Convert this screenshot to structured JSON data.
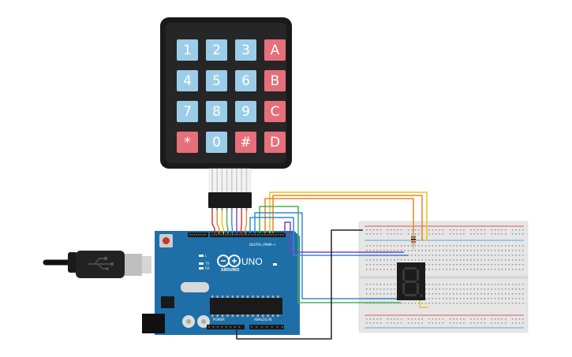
{
  "keypad": {
    "keys": [
      {
        "label": "1",
        "type": "digit"
      },
      {
        "label": "2",
        "type": "digit"
      },
      {
        "label": "3",
        "type": "digit"
      },
      {
        "label": "A",
        "type": "func"
      },
      {
        "label": "4",
        "type": "digit"
      },
      {
        "label": "5",
        "type": "digit"
      },
      {
        "label": "6",
        "type": "digit"
      },
      {
        "label": "B",
        "type": "func"
      },
      {
        "label": "7",
        "type": "digit"
      },
      {
        "label": "8",
        "type": "digit"
      },
      {
        "label": "9",
        "type": "digit"
      },
      {
        "label": "C",
        "type": "func"
      },
      {
        "label": "*",
        "type": "func"
      },
      {
        "label": "0",
        "type": "digit"
      },
      {
        "label": "#",
        "type": "func"
      },
      {
        "label": "D",
        "type": "func"
      }
    ]
  },
  "arduino": {
    "model_label": "UNO",
    "brand_label": "ARDUINO",
    "digital_header_label": "DIGITAL (PWM~)",
    "power_label": "POWER",
    "analog_label": "ANALOG IN",
    "tx_label": "TX",
    "rx_label": "RX",
    "l_label": "L"
  },
  "colors": {
    "board_blue": "#1e6fa8",
    "keypad_body": "#1a1a1a",
    "digit_key": "#9ccde8",
    "func_key": "#e5707a",
    "breadboard": "#e6e6e6",
    "wire_yellow": "#e8c21a",
    "wire_orange": "#e8861a",
    "wire_green": "#4caf50",
    "wire_blue": "#2e8be0",
    "wire_purple": "#8b3fb0",
    "wire_black": "#222222",
    "wire_red": "#d62b2b",
    "segment_display": "#1c1c1c"
  },
  "display": {
    "digit": "8"
  }
}
